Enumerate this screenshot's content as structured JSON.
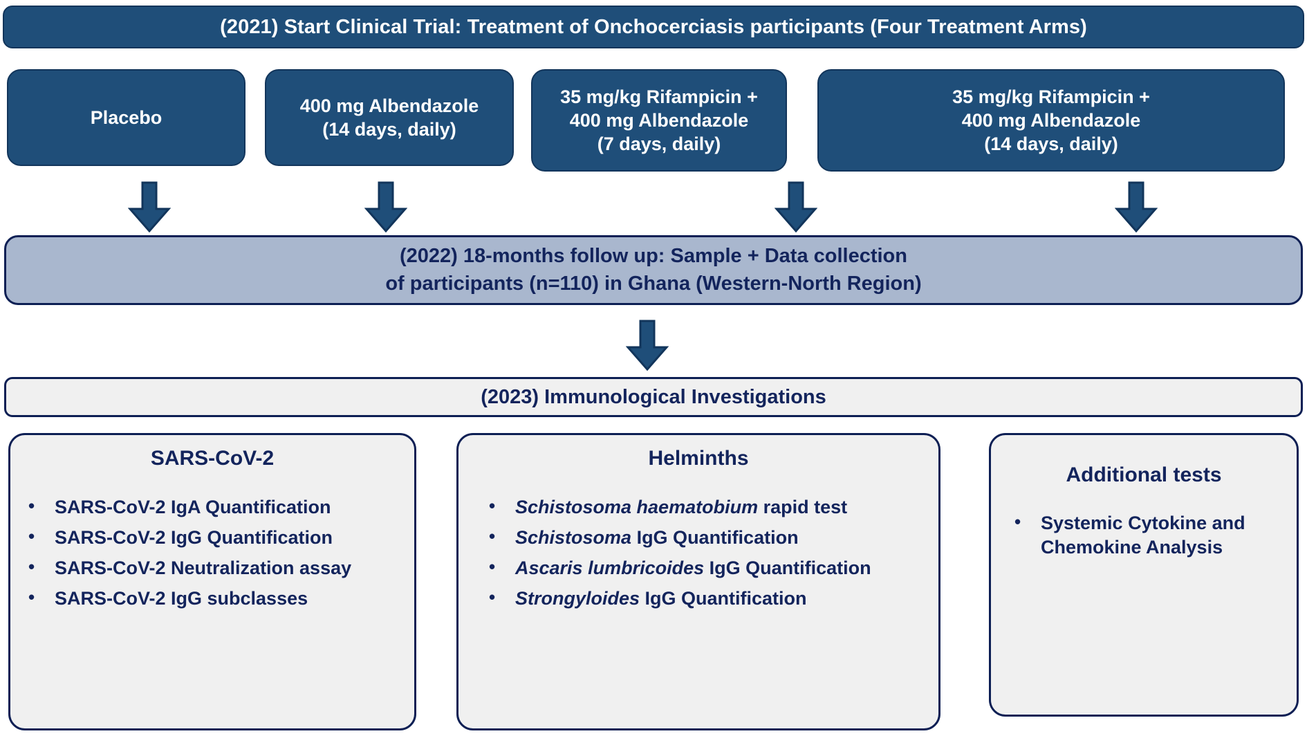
{
  "colors": {
    "dark_blue": "#1f4e79",
    "navy_border": "#12355b",
    "light_blue_gray": "#a9b7ce",
    "panel_gray": "#f0f0f0",
    "navy_text": "#13245c"
  },
  "header": {
    "title": "(2021) Start Clinical Trial: Treatment of Onchocerciasis participants (Four Treatment Arms)"
  },
  "treatment_arms": [
    {
      "name": "placebo",
      "lines": [
        "Placebo"
      ]
    },
    {
      "name": "albendazole-14d",
      "lines": [
        "400 mg Albendazole",
        "(14 days, daily)"
      ]
    },
    {
      "name": "rifampicin-albendazole-7d",
      "lines": [
        "35 mg/kg Rifampicin +",
        "400 mg Albendazole",
        "(7 days, daily)"
      ]
    },
    {
      "name": "rifampicin-albendazole-14d",
      "lines": [
        "35 mg/kg Rifampicin +",
        "400 mg Albendazole",
        "(14 days, daily)"
      ]
    }
  ],
  "followup": {
    "line1": "(2022) 18-months follow up: Sample + Data collection",
    "line2": "of participants (n=110) in Ghana (Western-North Region)"
  },
  "investigations": {
    "title": "(2023) Immunological Investigations"
  },
  "panels": [
    {
      "name": "sars-cov-2",
      "title": "SARS-CoV-2",
      "items": [
        {
          "italic": "",
          "plain": "SARS-CoV-2 IgA Quantification"
        },
        {
          "italic": "",
          "plain": "SARS-CoV-2 IgG Quantification"
        },
        {
          "italic": "",
          "plain": "SARS-CoV-2 Neutralization assay"
        },
        {
          "italic": "",
          "plain": "SARS-CoV-2 IgG subclasses"
        }
      ]
    },
    {
      "name": "helminths",
      "title": "Helminths",
      "items": [
        {
          "italic": "Schistosoma haematobium",
          "plain": " rapid test"
        },
        {
          "italic": "Schistosoma",
          "plain": " IgG Quantification"
        },
        {
          "italic": "Ascaris lumbricoides",
          "plain": " IgG Quantification"
        },
        {
          "italic": "Strongyloides",
          "plain": " IgG Quantification"
        }
      ]
    },
    {
      "name": "additional-tests",
      "title": "Additional tests",
      "items": [
        {
          "italic": "",
          "plain": "Systemic Cytokine and Chemokine Analysis"
        }
      ]
    }
  ],
  "arrows": [
    {
      "name": "arrow-placebo-to-followup"
    },
    {
      "name": "arrow-albendazole-to-followup"
    },
    {
      "name": "arrow-rif-alb-7d-to-followup"
    },
    {
      "name": "arrow-rif-alb-14d-to-followup"
    },
    {
      "name": "arrow-followup-to-investigations"
    }
  ]
}
